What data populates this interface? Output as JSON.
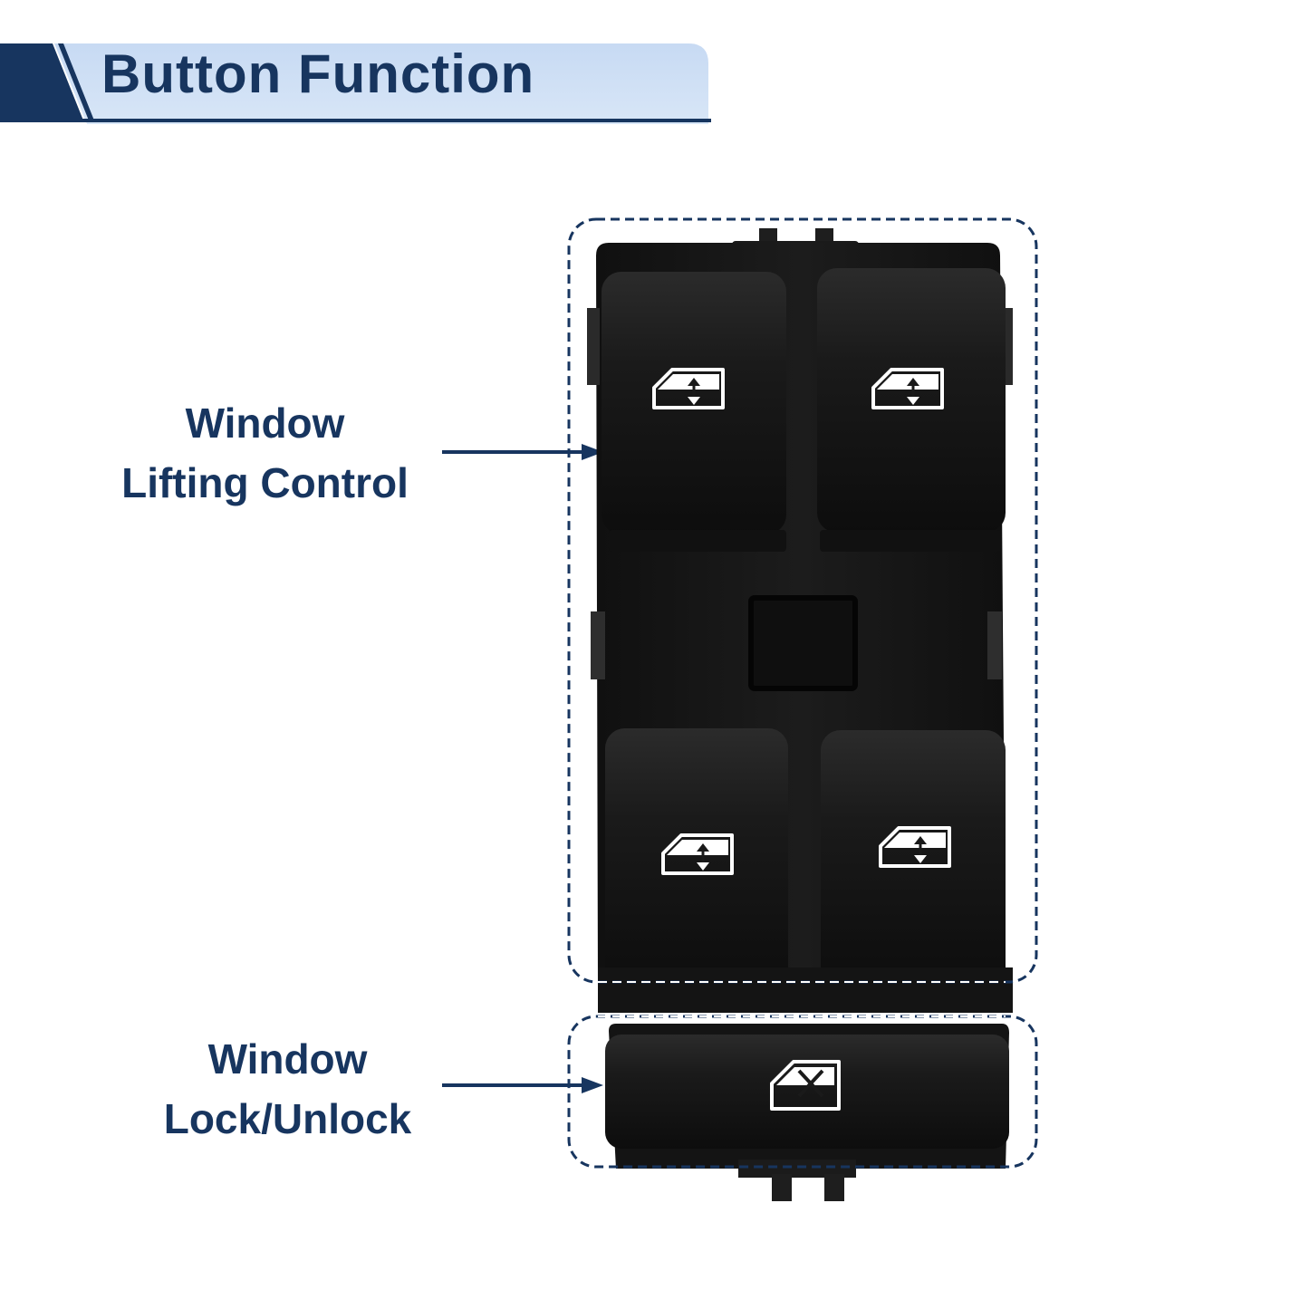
{
  "header": {
    "title": "Button Function"
  },
  "callouts": {
    "lifting": {
      "line1": "Window",
      "line2": "Lifting Control"
    },
    "lock": {
      "line1": "Window",
      "line2": "Lock/Unlock"
    }
  },
  "colors": {
    "navy": "#17355f",
    "banner_light": "#c9dbf2",
    "switch_body": "#161616"
  },
  "icons": [
    "window-up-down-icon",
    "window-up-down-icon",
    "window-up-down-icon",
    "window-up-down-icon",
    "window-lock-icon"
  ]
}
